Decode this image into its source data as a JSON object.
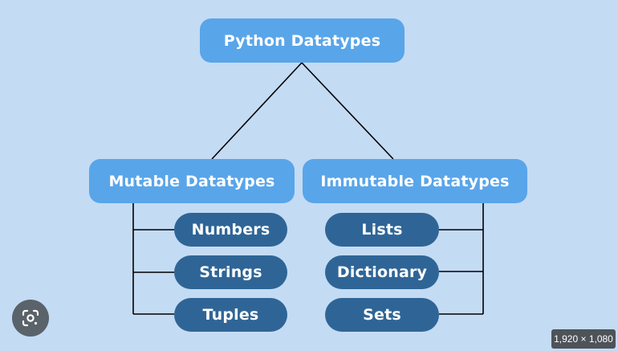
{
  "diagram": {
    "root": {
      "label": "Python Datatypes"
    },
    "categories": [
      {
        "label": "Mutable Datatypes",
        "items": [
          "Numbers",
          "Strings",
          "Tuples"
        ]
      },
      {
        "label": "Immutable Datatypes",
        "items": [
          "Lists",
          "Dictionary",
          "Sets"
        ]
      }
    ],
    "colors": {
      "background": "#c4dbf4",
      "primary_box": "#59a5e9",
      "leaf_box": "#2f6596",
      "text": "#ffffff",
      "connector": "#000000"
    }
  },
  "overlay": {
    "lens_icon": "visual-search-icon",
    "image_size_label": "1,920 × 1,080"
  }
}
